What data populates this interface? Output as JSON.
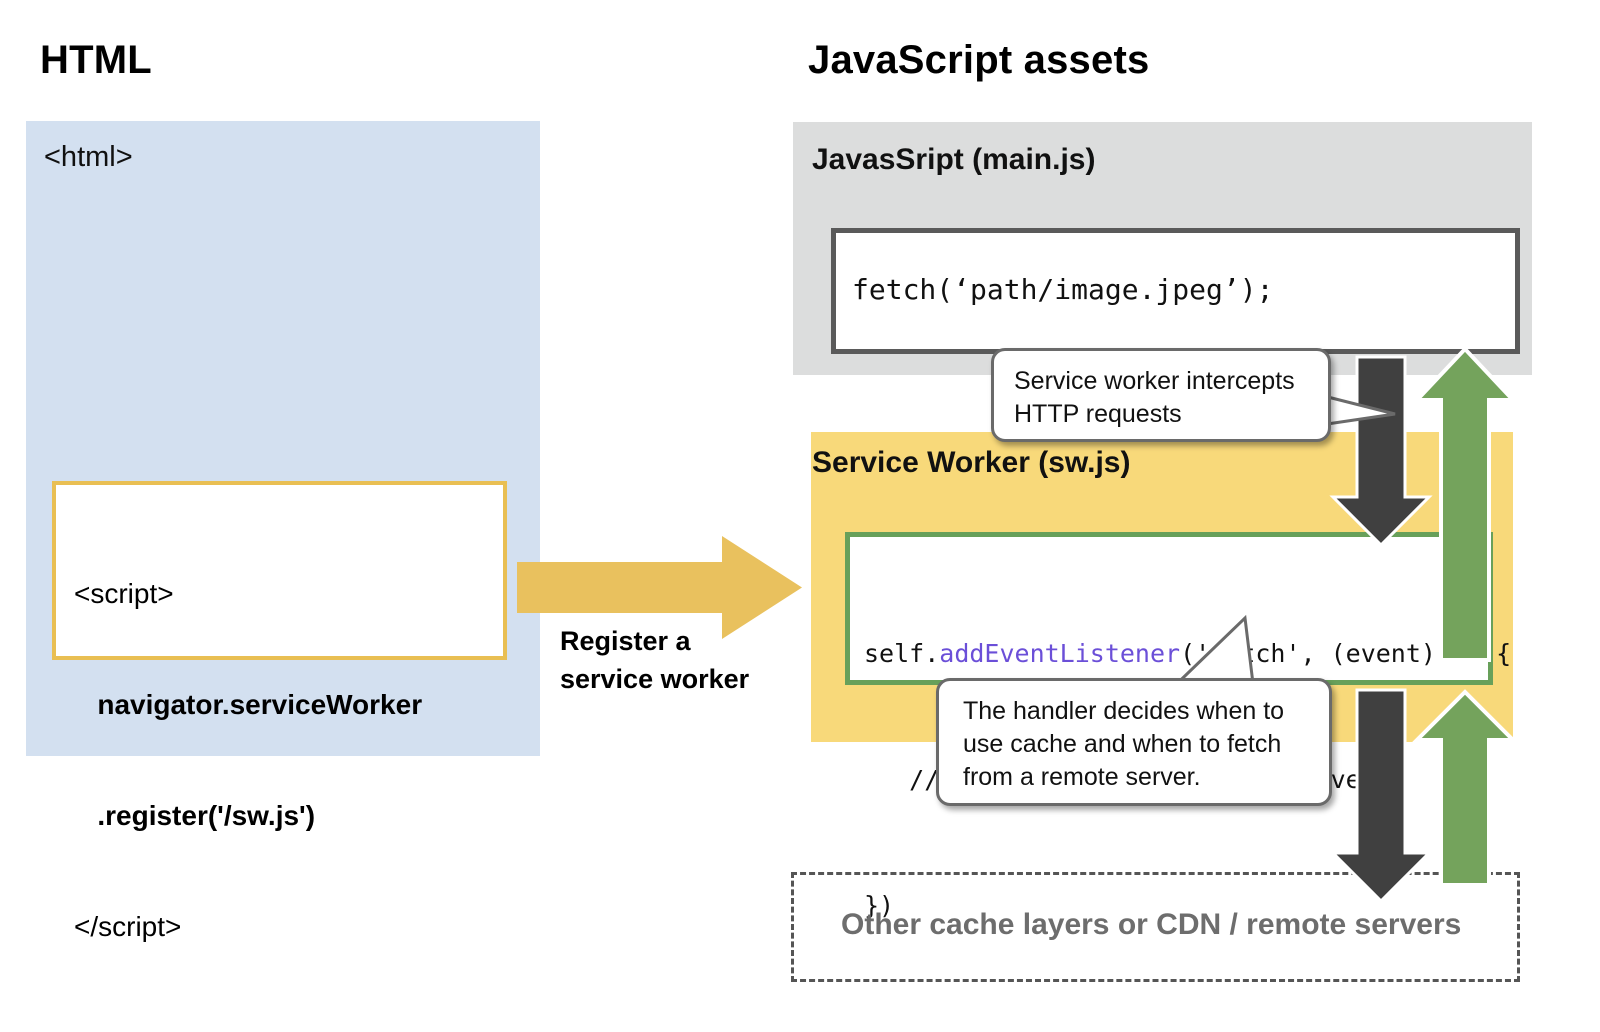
{
  "columns": {
    "left_title": "HTML",
    "right_title": "JavaScript assets"
  },
  "html_panel": {
    "tag": "<html>",
    "fill_color": "#d3e0f0",
    "script_box": {
      "border_color": "#e9bf53",
      "lines": [
        {
          "text": "<script>",
          "bold": false
        },
        {
          "text": "   navigator.serviceWorker",
          "bold": true
        },
        {
          "text": "   .register('/sw.js')",
          "bold": true
        },
        {
          "text": "</script>",
          "bold": false
        }
      ]
    }
  },
  "register_arrow": {
    "label_line1": "Register a",
    "label_line2": "service worker",
    "color": "#e9c15e"
  },
  "js_panel": {
    "main_js": {
      "label": "JavasSript (main.js)",
      "fill_color": "#dcdddd",
      "code": "fetch(‘path/image.jpeg’);",
      "code_border_color": "#5a5a5a"
    },
    "service_worker": {
      "label": "Service Worker (sw.js)",
      "fill_color": "#f8d97a",
      "code_border_color": "#68a05a",
      "code_lines": [
        {
          "prefix": "self.",
          "highlight": "addEventListener",
          "suffix": "('fetch', (event) => {"
        },
        {
          "prefix": "   // logic of handling fetch event",
          "highlight": "",
          "suffix": ""
        },
        {
          "prefix": "})",
          "highlight": "",
          "suffix": ""
        }
      ],
      "highlight_color": "#6b4fd8"
    }
  },
  "remote": {
    "label": "Other cache layers or CDN / remote servers",
    "text_color": "#6d6d6d",
    "border_style": "dashed"
  },
  "callouts": [
    {
      "id": "intercept",
      "line1": "Service worker intercepts",
      "line2": "HTTP requests"
    },
    {
      "id": "handler",
      "line1": "The handler decides when to",
      "line2": "use cache and when to fetch",
      "line3": "from a remote server."
    }
  ],
  "flow_arrows": {
    "request_arrow_color": "#404040",
    "response_arrow_color": "#74a35c"
  }
}
